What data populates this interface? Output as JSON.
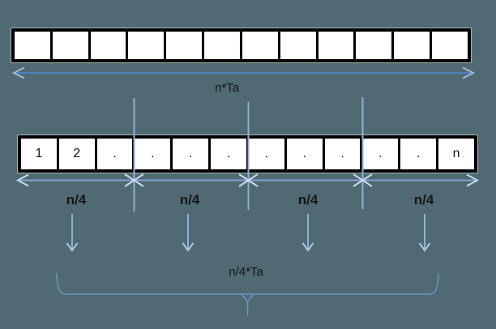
{
  "canvas": {
    "background": "#4f6a73"
  },
  "colors": {
    "accent_blue": "#4f81bd",
    "light_blue": "#8fafd8",
    "arrowhead_blue": "#cbd9ec",
    "brace_blue": "#6b93c4",
    "box_fill": "#ffffff",
    "box_border": "#000000",
    "text": "#161616"
  },
  "diagram": {
    "top_array": {
      "cells": [
        "",
        "",
        "",
        "",
        "",
        "",
        "",
        "",
        "",
        "",
        "",
        ""
      ]
    },
    "total_span_label": "n*Ta",
    "indexed_array": {
      "cells": [
        "1",
        "2",
        ".",
        ".",
        ".",
        ".",
        ".",
        ".",
        ".",
        ".",
        ".",
        "n"
      ]
    },
    "quarter_labels": [
      "n/4",
      "n/4",
      "n/4",
      "n/4"
    ],
    "bottom_span_label": "n/4*Ta"
  }
}
